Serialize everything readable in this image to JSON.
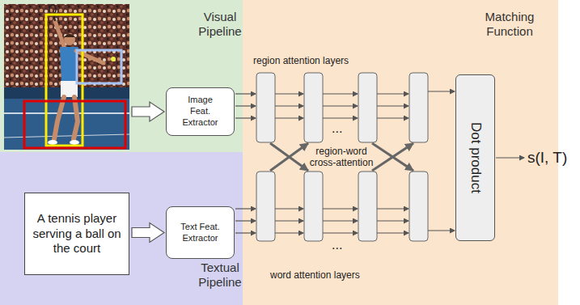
{
  "diagram": {
    "nodes": [
      {
        "text": [
          "Visual Pipeline"
        ]
      },
      {
        "text": [
          "Image Feat. Extractor"
        ],
        "in": 0
      },
      {
        "text": [
          "Matching Function"
        ]
      },
      {
        "text": [
          "Textual Pipeline"
        ]
      },
      {
        "text": [
          "A tennis player serving a ball on the court"
        ],
        "in": 3
      },
      {
        "text": [
          "Text Feat. Extractor"
        ],
        "in": 3
      },
      {
        "text": [
          "Dot product"
        ],
        "in": 2
      }
    ],
    "edges": [
      {
        "from": 4,
        "to": 5,
        "arrow": "to"
      }
    ],
    "labels": [
      "region attention layers",
      "...",
      "region-word cross-attention",
      "...",
      "word attention layers",
      "s(I, T)"
    ]
  }
}
